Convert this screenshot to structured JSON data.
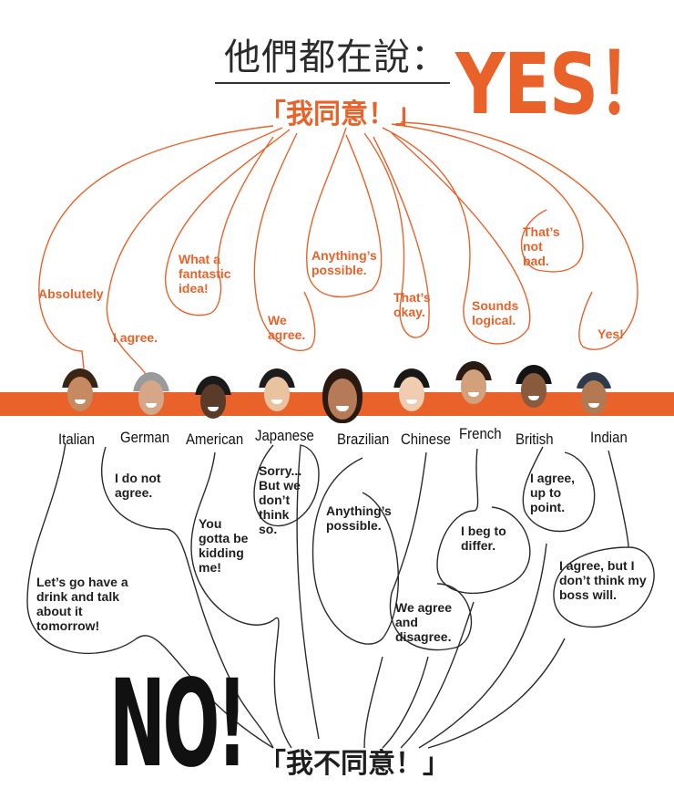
{
  "title": {
    "cn": "他們都在說：",
    "yes": "YES！",
    "agree_cn": "「我同意！」",
    "no": "NO!",
    "disagree_cn": "「我不同意！」"
  },
  "people": [
    {
      "key": "italian",
      "label": "Italian",
      "yes": "Absolutely",
      "no": "Let’s go have a drink and talk about it tomorrow!",
      "hair": "#3a2414",
      "skin": "#c68a62"
    },
    {
      "key": "german",
      "label": "German",
      "yes": "I agree.",
      "no": "I do not agree.",
      "hair": "#9a9a9a",
      "skin": "#d6a688"
    },
    {
      "key": "american",
      "label": "American",
      "yes": "What a fantastic idea!",
      "no": "You gotta be kidding me!",
      "hair": "#1a1a1a",
      "skin": "#5a3a28"
    },
    {
      "key": "japanese",
      "label": "Japanese",
      "yes": "We agree.",
      "no": "Sorry... But we don’t think so.",
      "hair": "#1c1c1c",
      "skin": "#e9c3a0"
    },
    {
      "key": "brazilian",
      "label": "Brazilian",
      "yes": "Anything’s possible.",
      "no": "Anything’s possible.",
      "hair": "#2a1a12",
      "skin": "#b57a58"
    },
    {
      "key": "chinese",
      "label": "Chinese",
      "yes": "That’s okay.",
      "no": "We agree and disagree.",
      "hair": "#181818",
      "skin": "#f0cdb0"
    },
    {
      "key": "french",
      "label": "French",
      "yes": "Sounds logical.",
      "no": "I beg to differ.",
      "hair": "#2a1c12",
      "skin": "#d3a07c"
    },
    {
      "key": "british",
      "label": "British",
      "yes": "That’s not bad.",
      "no": "I agree, up to point.",
      "hair": "#141414",
      "skin": "#8a5a3e"
    },
    {
      "key": "indian",
      "label": "Indian",
      "yes": "Yes!",
      "no": "I agree, but I don’t think my boss will.",
      "hair": "#1a1a1a",
      "skin": "#b27a52"
    }
  ],
  "colors": {
    "accent": "#e8622a",
    "ink": "#1e1e1e",
    "bar": "#e8622a"
  }
}
